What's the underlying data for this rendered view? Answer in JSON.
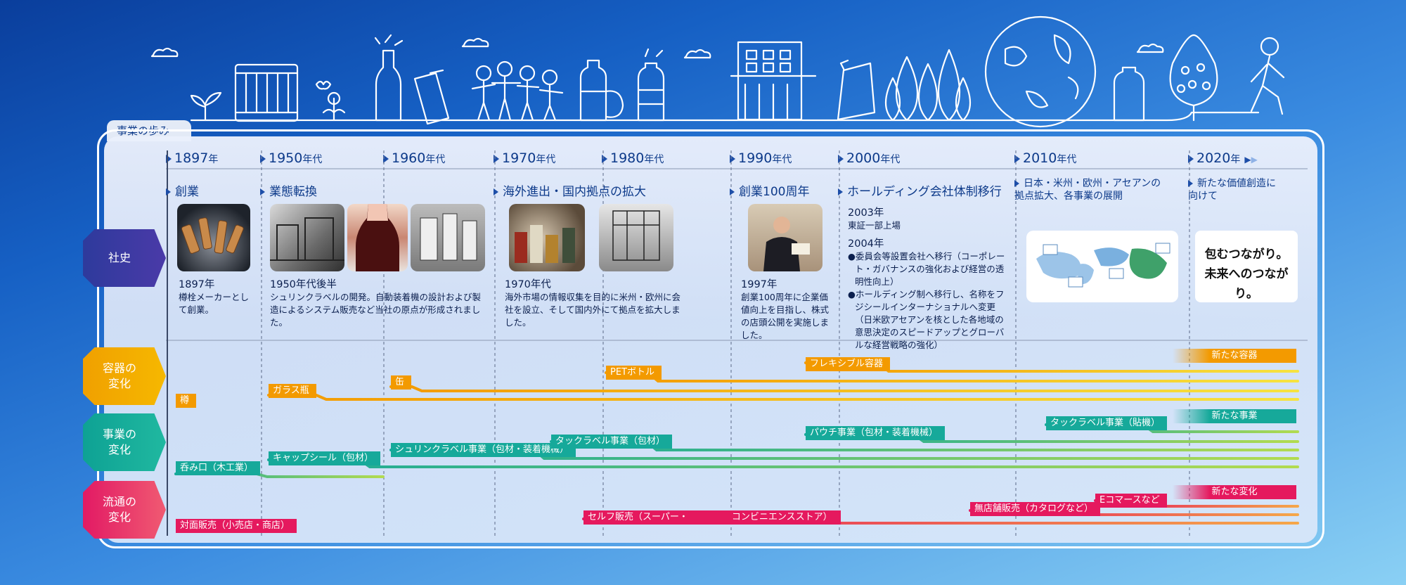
{
  "colors": {
    "container": "#f39a00",
    "business": "#16a99a",
    "distribution": "#e5195e",
    "history": "#2e3a9c"
  },
  "section_title": "事業の歩み",
  "years": [
    {
      "main": "1897",
      "sub": "年"
    },
    {
      "main": "1950",
      "sub": "年代"
    },
    {
      "main": "1960",
      "sub": "年代"
    },
    {
      "main": "1970",
      "sub": "年代"
    },
    {
      "main": "1980",
      "sub": "年代"
    },
    {
      "main": "1990",
      "sub": "年代"
    },
    {
      "main": "2000",
      "sub": "年代"
    },
    {
      "main": "2010",
      "sub": "年代"
    },
    {
      "main": "2020",
      "sub": "年"
    }
  ],
  "row_labels": {
    "history": "社史",
    "container": "容器の\n変化",
    "business": "事業の\n変化",
    "distribution": "流通の\n変化"
  },
  "events": [
    {
      "title": "創業"
    },
    {
      "title": "業態転換"
    },
    {
      "title": "海外進出・国内拠点の拡大"
    },
    {
      "title": "創業100周年"
    },
    {
      "title": "ホールディング会社体制移行"
    },
    {
      "title": "日本・米州・欧州・アセアンの拠点拡大、各事業の展開"
    },
    {
      "title": "新たな価値創造に向けて"
    }
  ],
  "descriptions": {
    "d1897": {
      "year": "1897年",
      "text": "樽栓メーカーとして創業。"
    },
    "d1950": {
      "year": "1950年代後半",
      "text": "シュリンクラベルの開発。自動装着機の設計および製造によるシステム販売など当社の原点が形成されました。"
    },
    "d1970": {
      "year": "1970年代",
      "text": "海外市場の情報収集を目的に米州・欧州に会社を設立、そして国内外にて拠点を拡大しました。"
    },
    "d1997": {
      "year": "1997年",
      "text": "創業100周年に企業価値向上を目指し、株式の店頭公開を実施しました。"
    },
    "d2003": {
      "year": "2003年",
      "text": "東証一部上場"
    },
    "d2004": {
      "year": "2004年",
      "items": [
        "●委員会等設置会社へ移行（コーポレート・ガバナンスの強化および経営の透明性向上）",
        "●ホールディング制へ移行し、名称をフジシールインターナショナルへ変更（日米欧アセアンを核とした各地域の意思決定のスピードアップとグローバルな経営戦略の強化）"
      ]
    }
  },
  "quote": {
    "line1": "包むつながり。",
    "line2": "未来へのつながり。"
  },
  "container": {
    "taru": "樽",
    "glass": "ガラス瓶",
    "can": "缶",
    "pet": "PETボトル",
    "flexible": "フレキシブル容器",
    "new": "新たな容器"
  },
  "business": {
    "nomikuchi": "呑み口（木工業）",
    "capseal": "キャップシール（包材）",
    "shrink": "シュリンクラベル事業（包材・装着機械）",
    "tack": "タックラベル事業（包材）",
    "pouch": "パウチ事業（包材・装着機械）",
    "tack2": "タックラベル事業（貼機）",
    "new": "新たな事業"
  },
  "distribution": {
    "face": "対面販売（小売店・商店）",
    "self": "セルフ販売（スーパー・",
    "conv": "コンビニエンスストア）",
    "nonstore": "無店舗販売（カタログなど）",
    "ec": "Eコマースなど",
    "new": "新たな変化"
  }
}
